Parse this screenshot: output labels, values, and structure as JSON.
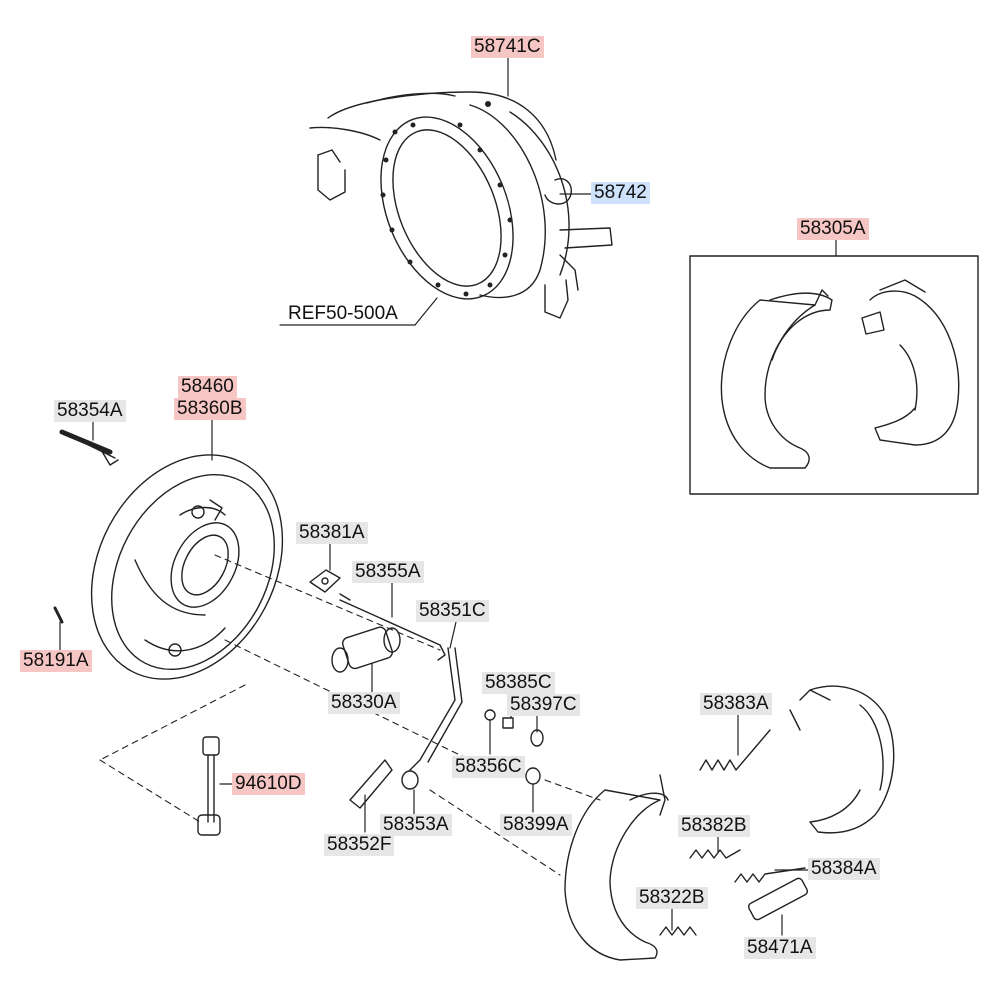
{
  "parts": {
    "p58741C": "58741C",
    "p58742": "58742",
    "ref50500A": "REF50-500A",
    "p58305A": "58305A",
    "p58460": "58460",
    "p58360B": "58360B",
    "p58354A": "58354A",
    "p58381A": "58381A",
    "p58355A": "58355A",
    "p58351C": "58351C",
    "p58191A": "58191A",
    "p58330A": "58330A",
    "p58385C": "58385C",
    "p58397C": "58397C",
    "p58356C": "58356C",
    "p58383A": "58383A",
    "p94610D": "94610D",
    "p58399A": "58399A",
    "p58353A": "58353A",
    "p58352F": "58352F",
    "p58382B": "58382B",
    "p58384A": "58384A",
    "p58322B": "58322B",
    "p58471A": "58471A"
  },
  "colors": {
    "label_grey": "#e6e6e6",
    "label_pink": "#f6c6c4",
    "label_blue": "#cfe2fb",
    "line": "#222222"
  }
}
